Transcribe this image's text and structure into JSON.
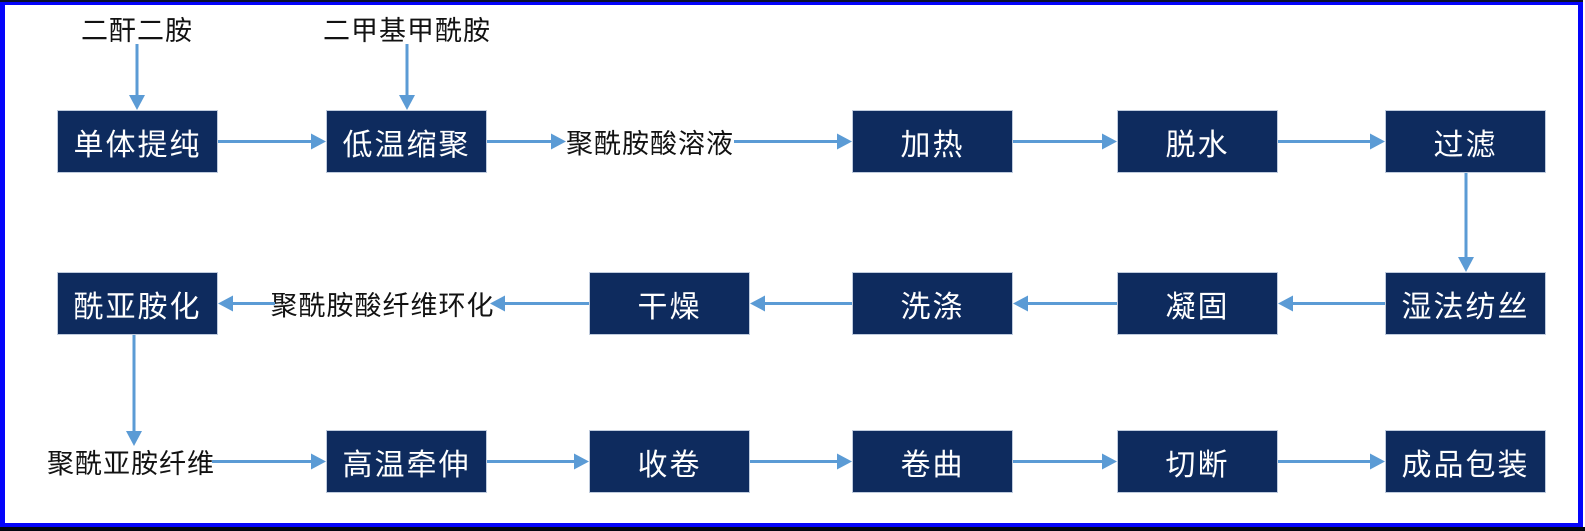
{
  "colors": {
    "node_fill": "#0e2b5e",
    "node_text": "#ffffff",
    "arrow": "#5b9bd5",
    "frame_border": "#0404fa",
    "bottom_bar": "#01060f",
    "label_text": "#121212"
  },
  "nodes": [
    {
      "id": "monomer-purification",
      "label": "单体提纯"
    },
    {
      "id": "low-temp-polycondensation",
      "label": "低温缩聚"
    },
    {
      "id": "heating",
      "label": "加热"
    },
    {
      "id": "dehydration",
      "label": "脱水"
    },
    {
      "id": "filtration",
      "label": "过滤"
    },
    {
      "id": "wet-spinning",
      "label": "湿法纺丝"
    },
    {
      "id": "coagulation",
      "label": "凝固"
    },
    {
      "id": "washing",
      "label": "洗涤"
    },
    {
      "id": "drying",
      "label": "干燥"
    },
    {
      "id": "imidization",
      "label": "酰亚胺化"
    },
    {
      "id": "high-temp-drawing",
      "label": "高温牵伸"
    },
    {
      "id": "winding",
      "label": "收卷"
    },
    {
      "id": "crimping",
      "label": "卷曲"
    },
    {
      "id": "cutting",
      "label": "切断"
    },
    {
      "id": "finished-packaging",
      "label": "成品包装"
    }
  ],
  "labels": [
    {
      "id": "dianhydride-diamine",
      "text": "二酐二胺"
    },
    {
      "id": "dmf",
      "text": "二甲基甲酰胺"
    },
    {
      "id": "polyamic-acid-solution",
      "text": "聚酰胺酸溶液"
    },
    {
      "id": "polyamic-acid-fiber-cyclization",
      "text": "聚酰胺酸纤维环化"
    },
    {
      "id": "polyimide-fiber",
      "text": "聚酰亚胺纤维"
    }
  ],
  "edges": [
    {
      "from": "dianhydride-diamine",
      "to": "monomer-purification"
    },
    {
      "from": "dmf",
      "to": "low-temp-polycondensation"
    },
    {
      "from": "monomer-purification",
      "to": "low-temp-polycondensation"
    },
    {
      "from": "low-temp-polycondensation",
      "to": "polyamic-acid-solution"
    },
    {
      "from": "polyamic-acid-solution",
      "to": "heating"
    },
    {
      "from": "heating",
      "to": "dehydration"
    },
    {
      "from": "dehydration",
      "to": "filtration"
    },
    {
      "from": "filtration",
      "to": "wet-spinning"
    },
    {
      "from": "wet-spinning",
      "to": "coagulation"
    },
    {
      "from": "coagulation",
      "to": "washing"
    },
    {
      "from": "washing",
      "to": "drying"
    },
    {
      "from": "drying",
      "to": "polyamic-acid-fiber-cyclization"
    },
    {
      "from": "polyamic-acid-fiber-cyclization",
      "to": "imidization"
    },
    {
      "from": "imidization",
      "to": "polyimide-fiber"
    },
    {
      "from": "polyimide-fiber",
      "to": "high-temp-drawing"
    },
    {
      "from": "high-temp-drawing",
      "to": "winding"
    },
    {
      "from": "winding",
      "to": "crimping"
    },
    {
      "from": "crimping",
      "to": "cutting"
    },
    {
      "from": "cutting",
      "to": "finished-packaging"
    }
  ]
}
